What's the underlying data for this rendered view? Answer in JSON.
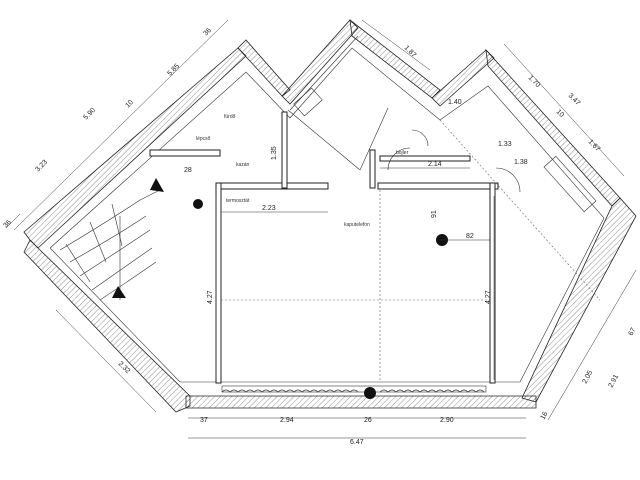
{
  "dimensions": {
    "left_top_36": "36",
    "left_585": "5.85",
    "left_590": "5.90",
    "left_10": "10",
    "left_323": "3.23",
    "left_36": "36",
    "top_187": "1.87",
    "right_170": "1.70",
    "right_347": "3.47",
    "right_10": "10",
    "right_167": "1.67",
    "r_140": "1.40",
    "r_133": "1.33",
    "r_138": "1.38",
    "r_214": "2.14",
    "r_91": "91",
    "r_82": "82",
    "mid_135": "1.35",
    "mid_223": "2.23",
    "left_427": "4.27",
    "right_427": "4.27",
    "left_232": "2.32",
    "small_28": "28",
    "bottom_37": "37",
    "bottom_294": "2.94",
    "bottom_26": "26",
    "bottom_290": "2.90",
    "bottom_647": "6.47",
    "br_16": "16",
    "br_205": "2.05",
    "br_291": "2.91",
    "br_67": "67"
  },
  "notes": {
    "stair_note": "lépcső",
    "heater_note": "termosztát",
    "kazan_note": "kazán",
    "bojler_note": "bojler",
    "kaputelefon_note": "kaputelefon",
    "wall_note": "fürdő"
  },
  "colors": {
    "line": "#222222",
    "marker": "#111111",
    "background": "#ffffff"
  }
}
